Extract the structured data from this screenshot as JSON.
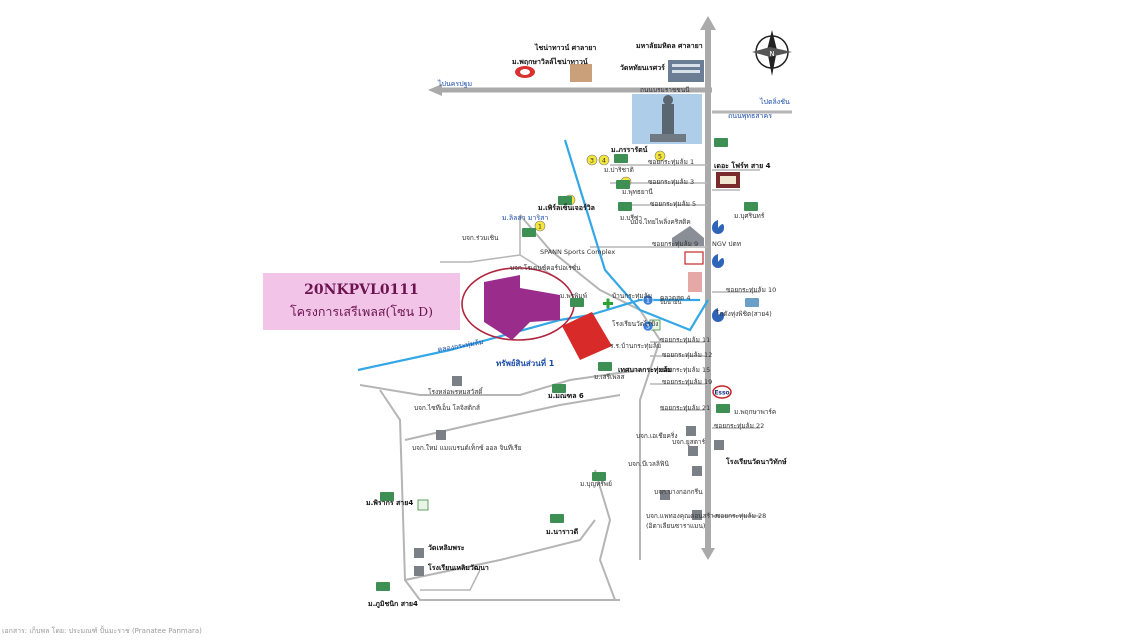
{
  "project": {
    "code": "20NKPVL0111",
    "name": "โครงการเสรีเพลส(โซน D)"
  },
  "compass": {
    "letter": "N"
  },
  "directions": {
    "west": "ไปนครปฐม",
    "east": "ไปตลิ่งชัน"
  },
  "landmarks": {
    "toyota": "ไชน่าทาวน์ ศาลายา",
    "mahidol": "มหาลัยมหิดล ศาลายา",
    "toyota_sub": "ม.พฤกษาวิลล์ไชน่าทาวน์",
    "temple": "วัดหทัยนเรศวร์",
    "road_main": "ถนนบรมราชชนนี",
    "road_phutthamonthon": "ถนนพุทธสาคร",
    "ford": "เดอะ โฟร์ท สาย 4",
    "ngv": "NGV ปตท",
    "spann": "SPANN Sports Complex",
    "project_area": "ทรัพย์สินส่วนที่ 1",
    "esso": "Esso"
  },
  "labels": [
    "ม.ภรรารัตน์",
    "ม.ปาริชาติ",
    "ซอยกระทุ่มล้ม 1",
    "ม.พุทธยานี",
    "ซอยกระทุ่มล้ม 3",
    "ซอยกระทุ่มล้ม 5",
    "ม.บรีซ่า",
    "บมจ.ไทยไพลิ่งคริสติค",
    "ม.บุศรินทร์",
    "ม.ลิลล่า มาริสา",
    "ม.เพิร์ลเซ็นเจอร์วิล",
    "บจก.ร่วมเชิน",
    "บจก.โรเดนช์คอร์ปอเรชั่น",
    "ซอยกระทุ่มล้ม 9",
    "ตลาดสด 4",
    "ม.พรพิมพ์",
    "บ้านกระทุ่มล้ม",
    "ซอยกระทุ่มล้ม 10",
    "ซอยกระทุ่มล้ม 11",
    "ปั๊มน้ำมัน",
    "โกดังทุ่งพิชิต(สาย4)",
    "โรงเรียนวัดไร่ขิง",
    "ร.ร.บ้านกระทุ่มล้ม",
    "ซอยกระทุ่มล้ม 12",
    "ซอยกระทุ่มล้ม 15",
    "เทศบาลกระทุ่มล้ม",
    "ม.เสรีเพลส",
    "ซอยกระทุ่มล้ม 19",
    "คลองกระทุ่มล้ม",
    "โรงหล่อพรหมสวัสดิ์",
    "ม.มณฑล 6",
    "บจก.ไซทีเอ็น โลจิสติกส์",
    "ซอยกระทุ่มล้ม 21",
    "ม.พฤกษาพาร์ค",
    "ซอยกระทุ่มล้ม 22",
    "บจก.เอเชียคริ่ง",
    "บจก.ยูสตาร์",
    "บจก.ใหม่ แมแบรนด์เท็กซ์ ออล จินทีเรีย",
    "โรงเรียนวัดนาวิทักษ์",
    "บจก.บีเวลลิฟินิ",
    "ม.บุญทรัพย์",
    "บจก.บางกอกกรีน",
    "ม.พิรากร สาย4",
    "บจก.แพทองคุณดอนสร้าง",
    "(อิตาเลียนซาราแมน)",
    "ซอยกระทุ่มล้ม 28",
    "ม.นาราวดี",
    "วัดเหลิมพระ",
    "โรงเรียนเหลิมวัฒนา",
    "ม.ภูมิชนิก สาย4"
  ],
  "badges": [
    "3",
    "4",
    "5",
    "2",
    "6",
    "1",
    "3",
    "1"
  ],
  "footer": "เอกสาร: เก็บพล โดย: ประมณฑ์ ปั้นมะราช (Pranatee Panmara)"
}
